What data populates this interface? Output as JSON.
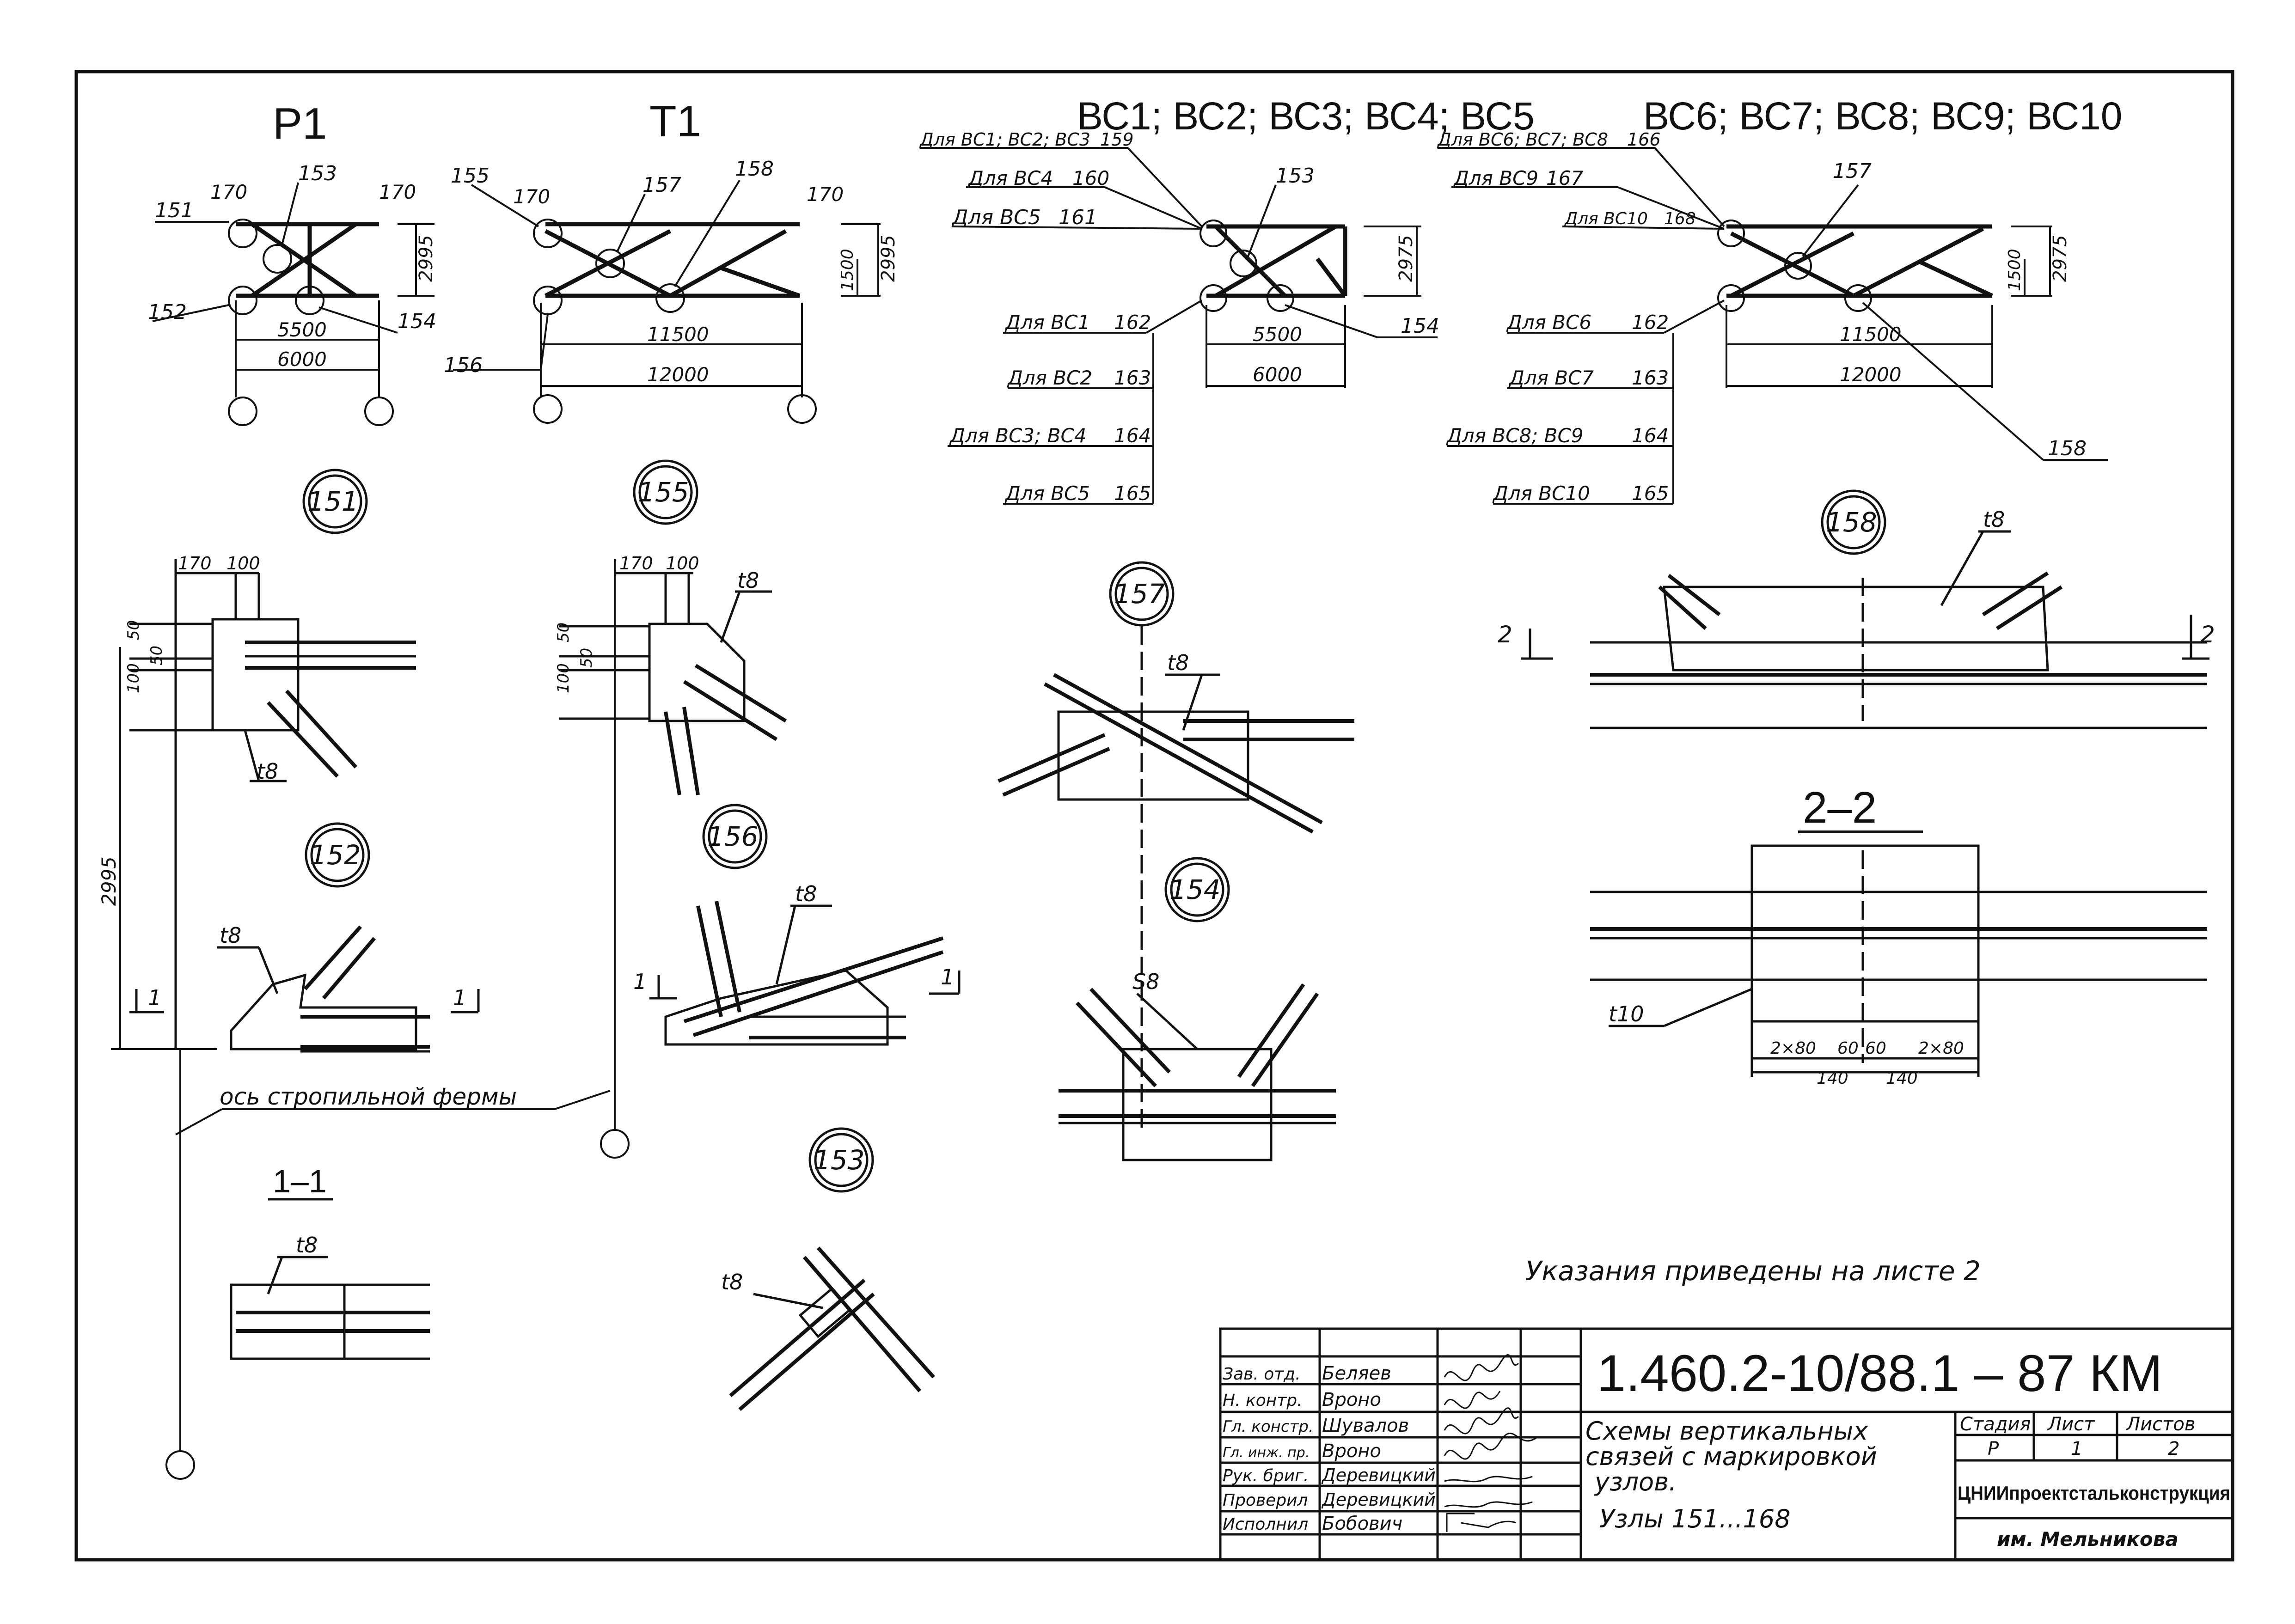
{
  "schemes": {
    "p1": {
      "title": "Р1",
      "marks": [
        "151",
        "152",
        "153",
        "154"
      ],
      "dims": [
        "170",
        "170",
        "5500",
        "6000",
        "2995"
      ]
    },
    "t1": {
      "title": "Т1",
      "marks": [
        "155",
        "156",
        "157",
        "158"
      ],
      "dims": [
        "170",
        "170",
        "11500",
        "12000",
        "2995",
        "1500"
      ]
    },
    "bc1_5": {
      "title": "ВС1; ВС2; ВС3; ВС4; ВС5",
      "dims": [
        "5500",
        "6000",
        "2975"
      ],
      "marks": [
        "153",
        "154"
      ],
      "callouts_top": [
        {
          "label": "Для ВС1; ВС2; ВС3",
          "num": "159"
        },
        {
          "label": "Для ВС4",
          "num": "160"
        },
        {
          "label": "Для ВС5",
          "num": "161"
        }
      ],
      "callouts_bottom": [
        {
          "label": "Для ВС1",
          "num": "162"
        },
        {
          "label": "Для ВС2",
          "num": "163"
        },
        {
          "label": "Для ВС3; ВС4",
          "num": "164"
        },
        {
          "label": "Для ВС5",
          "num": "165"
        }
      ]
    },
    "bc6_10": {
      "title": "ВС6; ВС7; ВС8; ВС9; ВС10",
      "dims": [
        "11500",
        "12000",
        "1500",
        "2975"
      ],
      "marks": [
        "157",
        "158"
      ],
      "callouts_top": [
        {
          "label": "Для ВС6; ВС7; ВС8",
          "num": "166"
        },
        {
          "label": "Для ВС9",
          "num": "167"
        },
        {
          "label": "Для ВС10",
          "num": "168"
        }
      ],
      "callouts_bottom": [
        {
          "label": "Для ВС6",
          "num": "162"
        },
        {
          "label": "Для ВС7",
          "num": "163"
        },
        {
          "label": "Для ВС8; ВС9",
          "num": "164"
        },
        {
          "label": "Для ВС10",
          "num": "165"
        }
      ]
    }
  },
  "nodes": {
    "n151": {
      "id": "151",
      "plate": "t8",
      "dims": [
        "170",
        "100",
        "50",
        "50",
        "100"
      ]
    },
    "n152": {
      "id": "152",
      "plate": "t8"
    },
    "n153": {
      "id": "153",
      "plate": "t8"
    },
    "n154": {
      "id": "154",
      "plate": "S8"
    },
    "n155": {
      "id": "155",
      "plate": "t8",
      "dims": [
        "170",
        "100",
        "50",
        "50",
        "100"
      ]
    },
    "n156": {
      "id": "156",
      "plate": "t8"
    },
    "n157": {
      "id": "157",
      "plate": "t8"
    },
    "n158": {
      "id": "158",
      "plate": "t8"
    }
  },
  "sections": {
    "s11": {
      "title": "1–1",
      "plate": "t8"
    },
    "s22": {
      "title": "2–2",
      "plate": "t10",
      "dims": [
        "2×80",
        "60",
        "60",
        "2×80",
        "140",
        "140"
      ]
    }
  },
  "misc": {
    "height_dim": "2995",
    "axis_label": "ось стропильной фермы",
    "cut_1": "1",
    "cut_2": "2",
    "note": "Указания приведены на листе 2"
  },
  "title_block": {
    "doc_code": "1.460.2-10/88.1 – 87 КМ",
    "title_lines": [
      "Схемы вертикальных",
      "связей с маркировкой",
      "узлов.",
      "Узлы 151...168"
    ],
    "roles": [
      {
        "role": "Зав. отд.",
        "name": "Беляев"
      },
      {
        "role": "Н. контр.",
        "name": "Вроно"
      },
      {
        "role": "Гл. констр.",
        "name": "Шувалов"
      },
      {
        "role": "Гл. инж. пр.",
        "name": "Вроно"
      },
      {
        "role": "Рук. бриг.",
        "name": "Деревицкий"
      },
      {
        "role": "Проверил",
        "name": "Деревицкий"
      },
      {
        "role": "Исполнил",
        "name": "Бобович"
      }
    ],
    "stage_header": "Стадия",
    "sheet_header": "Лист",
    "sheets_header": "Листов",
    "stage": "Р",
    "sheet": "1",
    "sheets": "2",
    "org": "ЦНИИпроектстальконструкция",
    "org_sub": "им. Мельникова"
  }
}
